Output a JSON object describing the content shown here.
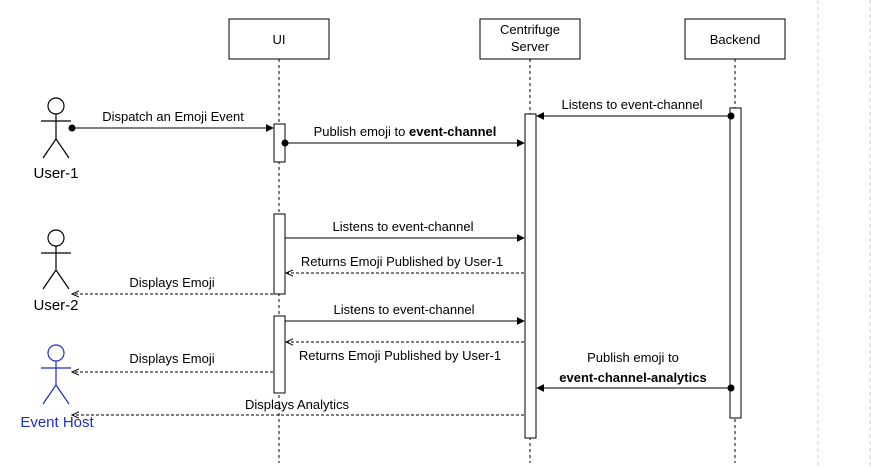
{
  "colors": {
    "line": "#000000",
    "grid": "#d9d9d9",
    "event_host": "#1f2fbf"
  },
  "lifelines": {
    "ui": "UI",
    "server_line1": "Centrifuge",
    "server_line2": "Server",
    "backend": "Backend"
  },
  "actors": {
    "user1": "User-1",
    "user2": "User-2",
    "event_host": "Event Host"
  },
  "messages": {
    "dispatch": "Dispatch an Emoji Event",
    "publish_prefix": "Publish emoji to ",
    "publish_channel": "event-channel",
    "backend_listens": "Listens to event-channel",
    "ui_listens_1": "Listens to event-channel",
    "returns_1": "Returns Emoji Published by User-1",
    "displays_1": "Displays Emoji",
    "ui_listens_2": "Listens to event-channel",
    "returns_2": "Returns Emoji Published by User-1",
    "displays_2": "Displays Emoji",
    "backend_publish_line1": "Publish emoji to",
    "backend_publish_line2": "event-channel-analytics",
    "displays_analytics": "Displays Analytics"
  }
}
